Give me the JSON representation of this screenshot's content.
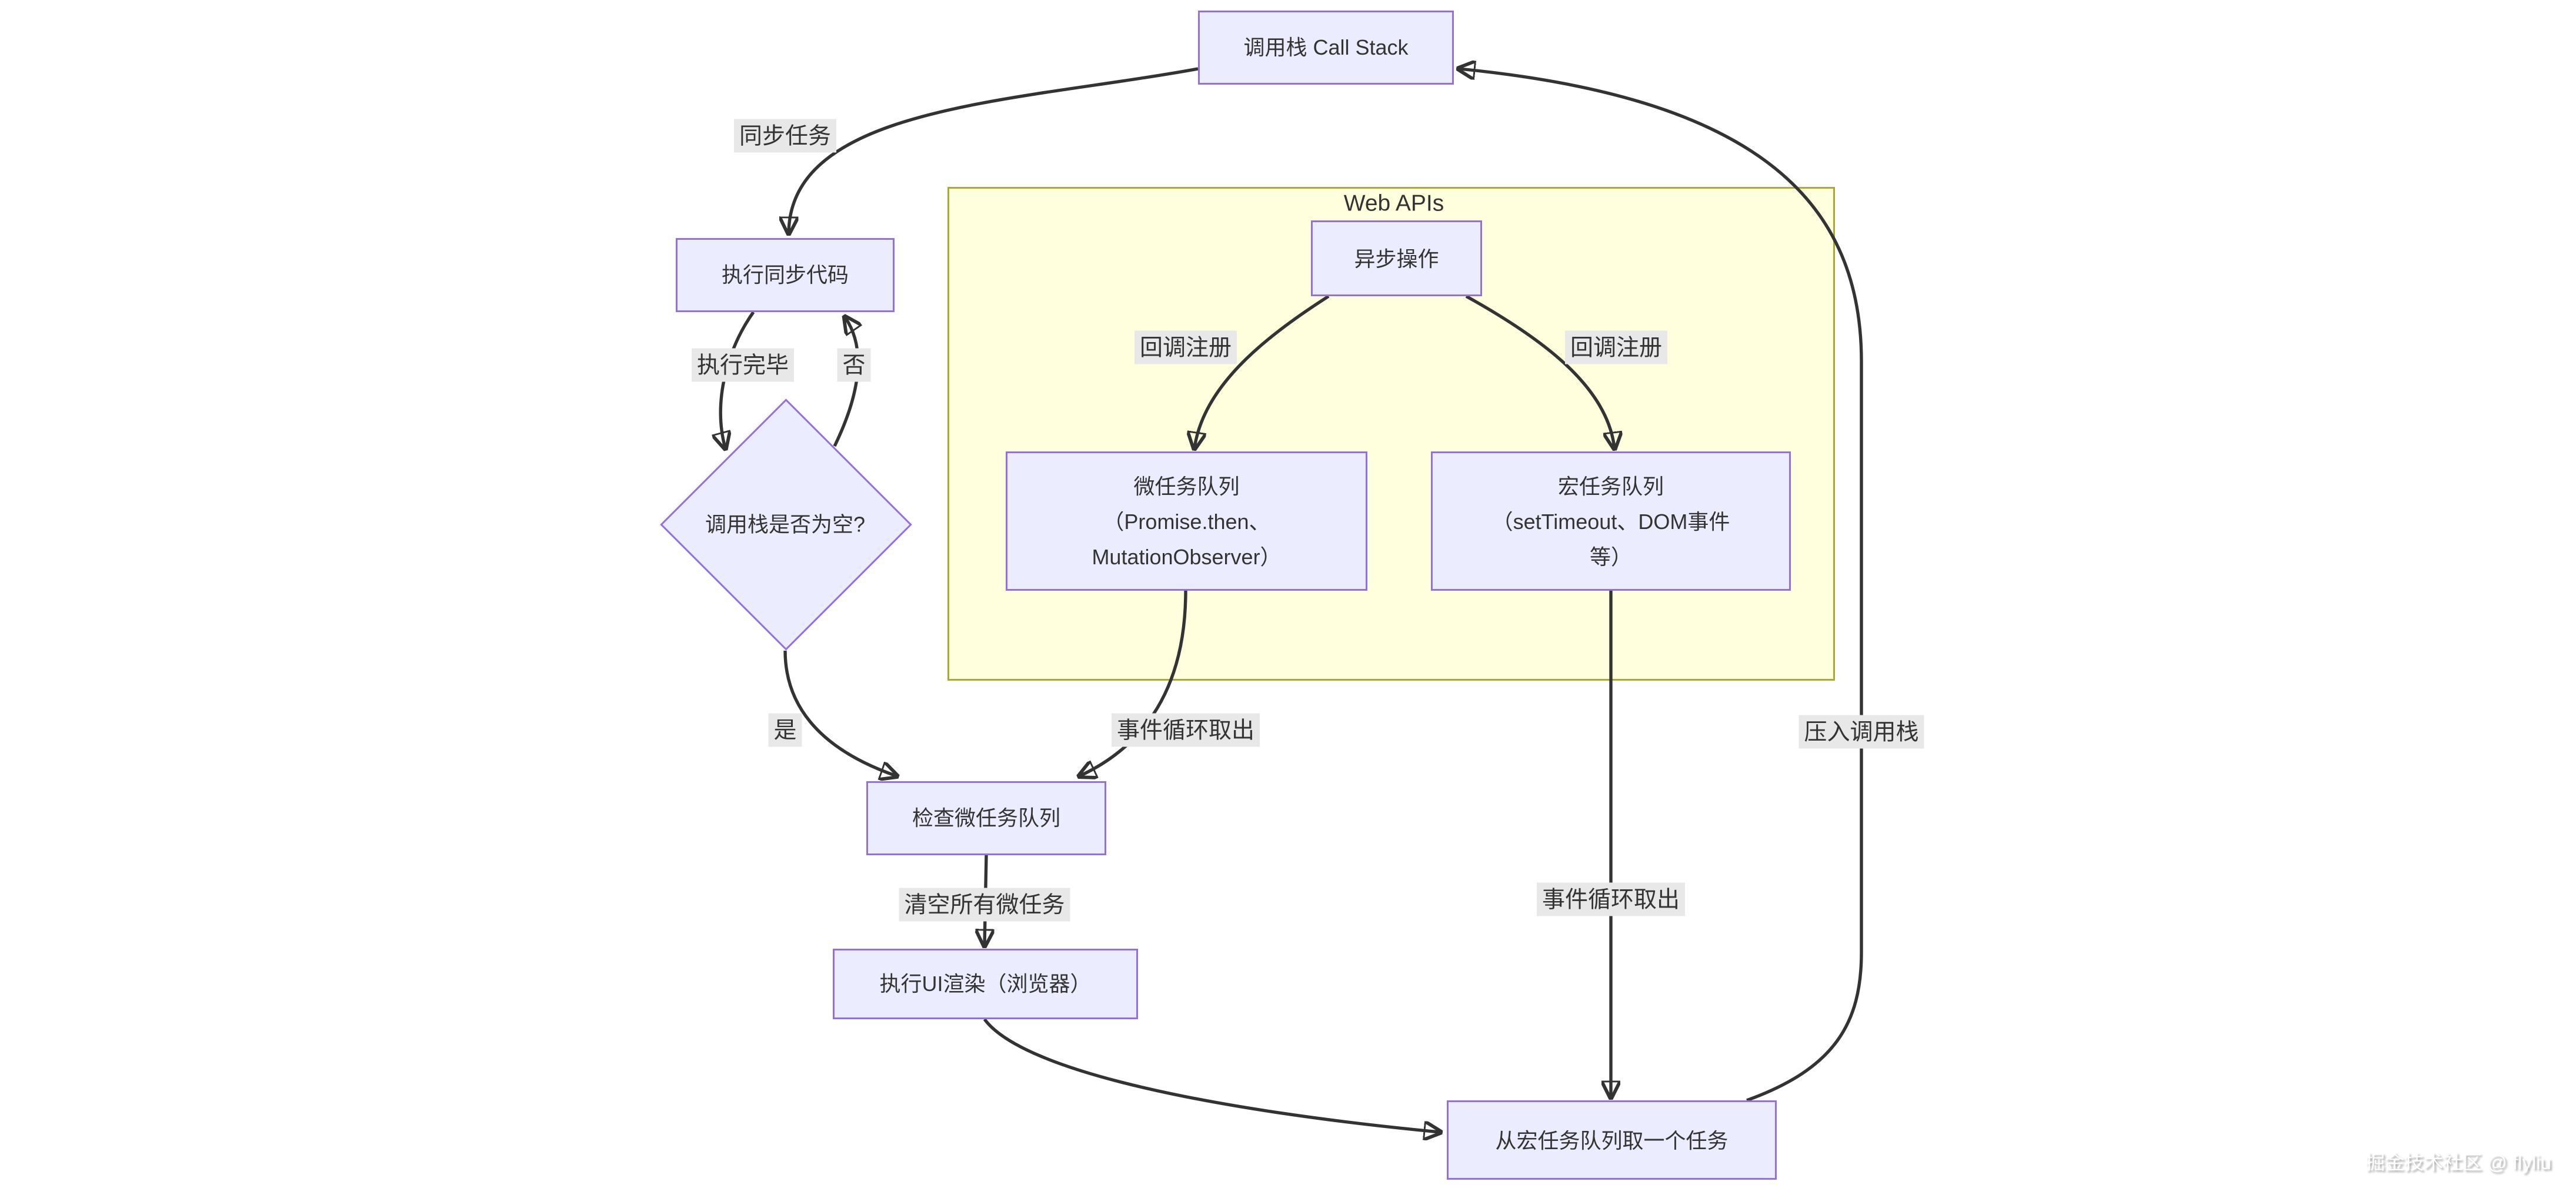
{
  "diagram": {
    "type": "flowchart",
    "nodes": {
      "call_stack": {
        "label": "调用栈 Call Stack"
      },
      "exec_sync": {
        "label": "执行同步代码"
      },
      "stack_empty": {
        "label": "调用栈是否为空?"
      },
      "async_op": {
        "label": "异步操作"
      },
      "micro_queue": {
        "label": "微任务队列\n（Promise.then、\nMutationObserver）"
      },
      "macro_queue": {
        "label": "宏任务队列\n（setTimeout、DOM事件\n等）"
      },
      "check_micro": {
        "label": "检查微任务队列"
      },
      "ui_render": {
        "label": "执行UI渲染（浏览器）"
      },
      "take_macro": {
        "label": "从宏任务队列取一个任务"
      }
    },
    "cluster": {
      "title": "Web APIs"
    },
    "edge_labels": {
      "sync_task": "同步任务",
      "exec_done": "执行完毕",
      "no": "否",
      "callback_reg_left": "回调注册",
      "callback_reg_right": "回调注册",
      "yes": "是",
      "event_loop_fetch_left": "事件循环取出",
      "clear_micro": "清空所有微任务",
      "event_loop_fetch_right": "事件循环取出",
      "push_call_stack": "压入调用栈"
    },
    "colors": {
      "node_fill": "#ECECFF",
      "node_border": "#9370DB",
      "cluster_fill": "#FFFFDE",
      "cluster_border": "#AAAA33",
      "edge_line": "#333333",
      "edge_label_bg": "#E8E8E8",
      "text": "#333333"
    },
    "watermark": "掘金技术社区 @ flyliu"
  }
}
